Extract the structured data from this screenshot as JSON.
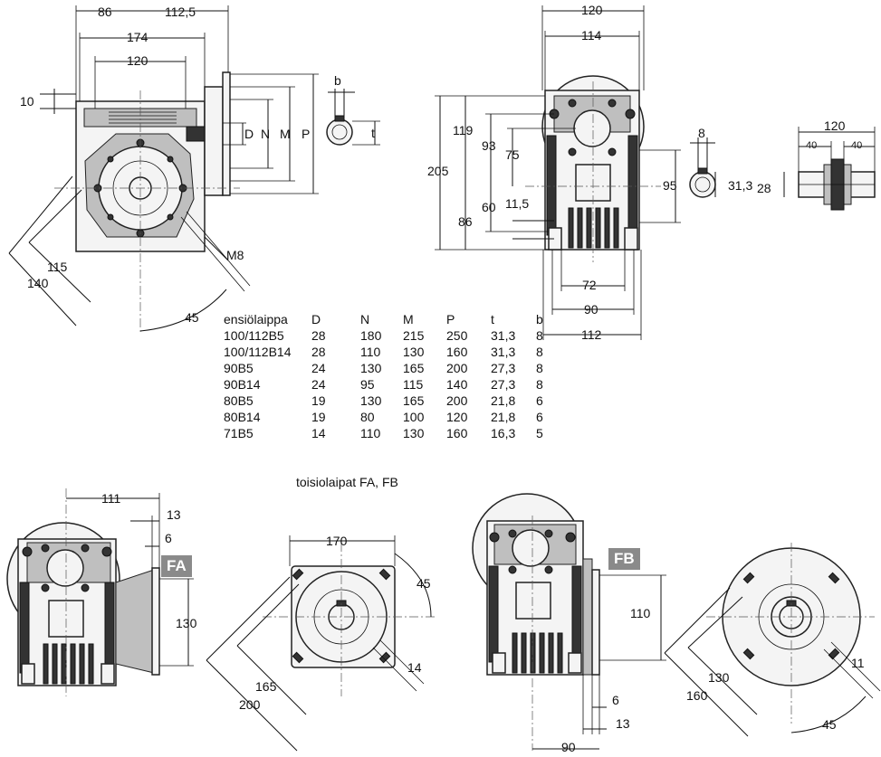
{
  "labels": {
    "subtitle": "toisiolaipat FA, FB",
    "badge_fa": "FA",
    "badge_fb": "FB"
  },
  "table": {
    "headers": [
      "ensiölaippa",
      "D",
      "N",
      "M",
      "P",
      "t",
      "b"
    ],
    "rows": [
      [
        "100/112B5",
        "28",
        "180",
        "215",
        "250",
        "31,3",
        "8"
      ],
      [
        "100/112B14",
        "28",
        "110",
        "130",
        "160",
        "31,3",
        "8"
      ],
      [
        "90B5",
        "24",
        "130",
        "165",
        "200",
        "27,3",
        "8"
      ],
      [
        "90B14",
        "24",
        "95",
        "115",
        "140",
        "27,3",
        "8"
      ],
      [
        "80B5",
        "19",
        "130",
        "165",
        "200",
        "21,8",
        "6"
      ],
      [
        "80B14",
        "19",
        "80",
        "100",
        "120",
        "21,8",
        "6"
      ],
      [
        "71B5",
        "14",
        "110",
        "130",
        "160",
        "16,3",
        "5"
      ]
    ]
  },
  "dims": {
    "d86": "86",
    "d112_5": "112,5",
    "d174": "174",
    "d120a": "120",
    "d10": "10",
    "dD": "D",
    "dN": "N",
    "dM": "M",
    "dP": "P",
    "db": "b",
    "dt": "t",
    "d115": "115",
    "d140": "140",
    "d45a": "45",
    "dM8": "M8",
    "d120b": "120",
    "d114": "114",
    "d119": "119",
    "d93": "93",
    "d75": "75",
    "d205": "205",
    "d60": "60",
    "d11_5": "11,5",
    "d86b": "86",
    "d95": "95",
    "d8": "8",
    "d31_3": "31,3",
    "d72": "72",
    "d90": "90",
    "d112": "112",
    "d120c": "120",
    "d40a": "40",
    "d40b": "40",
    "d28": "28",
    "d111": "111",
    "d13a": "13",
    "d6a": "6",
    "d130a": "130",
    "d170": "170",
    "d45b": "45",
    "d14": "14",
    "d165": "165",
    "d200": "200",
    "d110": "110",
    "d6b": "6",
    "d13b": "13",
    "d90b": "90",
    "d11": "11",
    "d130b": "130",
    "d160": "160",
    "d45c": "45"
  }
}
